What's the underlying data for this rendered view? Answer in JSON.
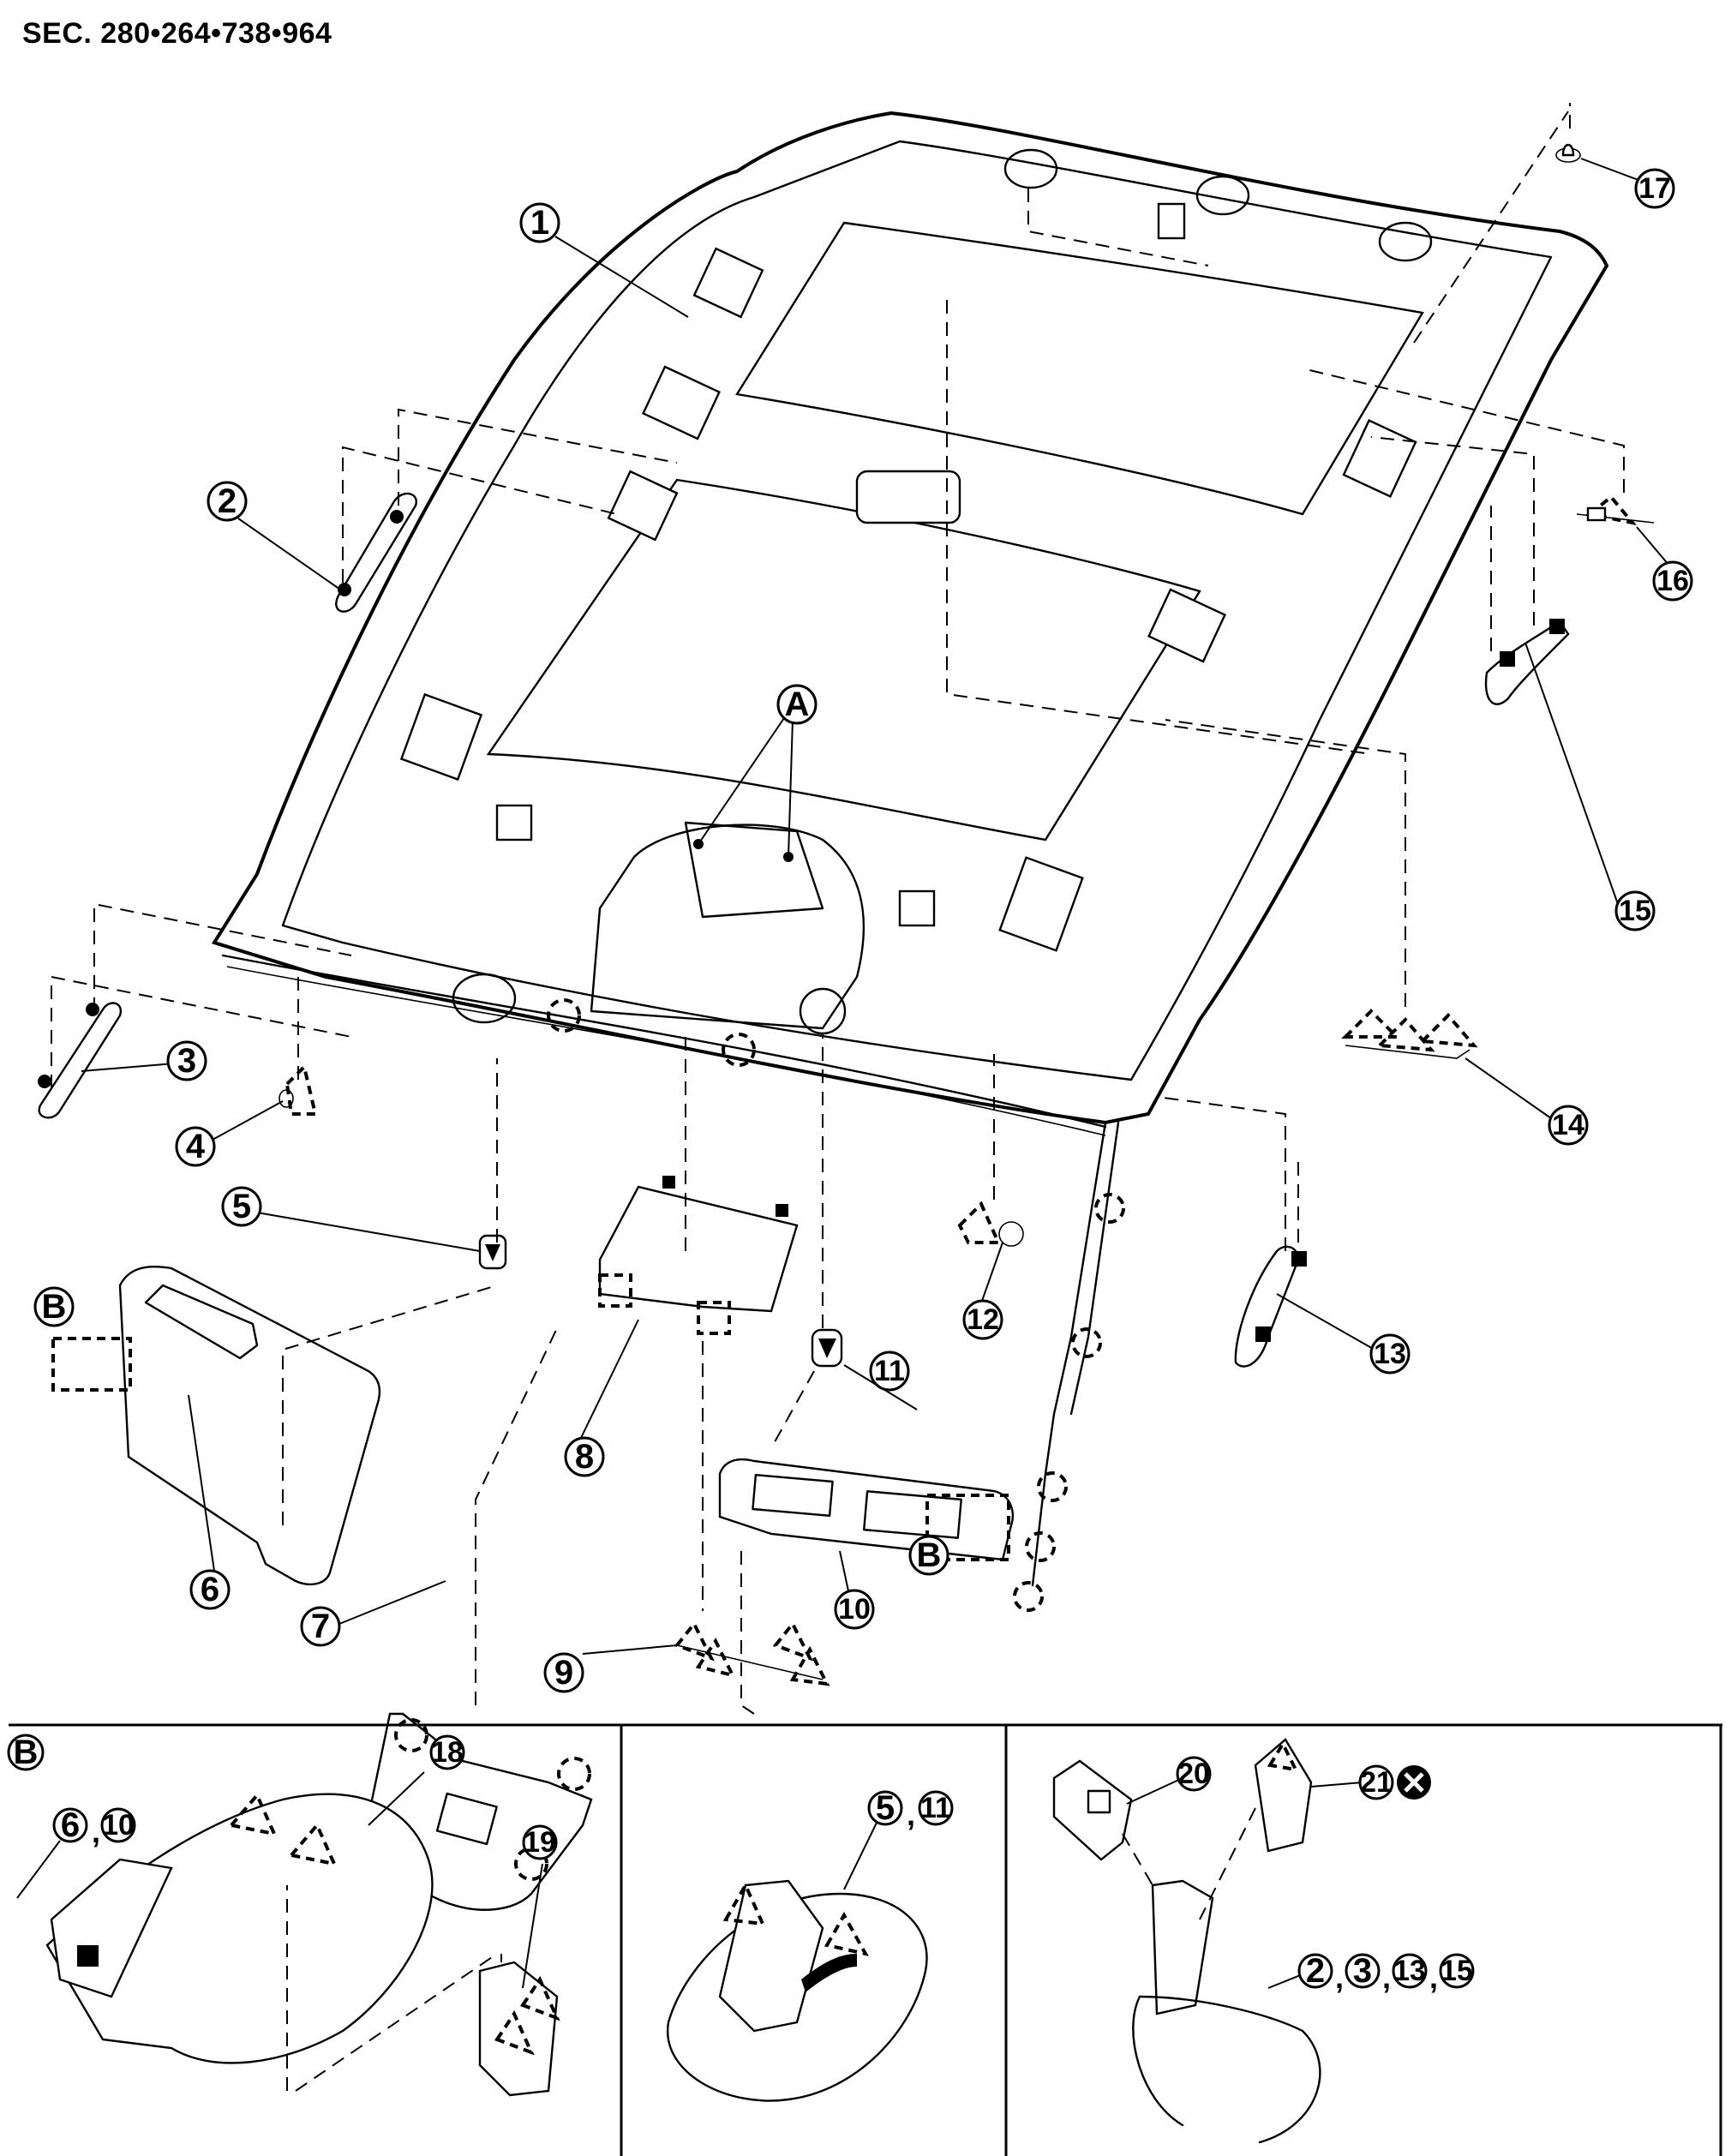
{
  "section_title": "SEC. 280•264•738•964",
  "main_view": {
    "callouts": [
      {
        "id": "1",
        "label": "1"
      },
      {
        "id": "2",
        "label": "2"
      },
      {
        "id": "3",
        "label": "3"
      },
      {
        "id": "4",
        "label": "4"
      },
      {
        "id": "5",
        "label": "5"
      },
      {
        "id": "6",
        "label": "6"
      },
      {
        "id": "7",
        "label": "7"
      },
      {
        "id": "8",
        "label": "8"
      },
      {
        "id": "9",
        "label": "9"
      },
      {
        "id": "10",
        "label": "10"
      },
      {
        "id": "11",
        "label": "11"
      },
      {
        "id": "12",
        "label": "12"
      },
      {
        "id": "13",
        "label": "13"
      },
      {
        "id": "14",
        "label": "14"
      },
      {
        "id": "15",
        "label": "15"
      },
      {
        "id": "16",
        "label": "16"
      },
      {
        "id": "17",
        "label": "17"
      },
      {
        "id": "A",
        "label": "A"
      },
      {
        "id": "B_left",
        "label": "B"
      },
      {
        "id": "B_right",
        "label": "B"
      }
    ]
  },
  "detail_panels": [
    {
      "id": "detail-b",
      "title": "B",
      "callouts": [
        "6",
        "10",
        "18",
        "19"
      ],
      "separator": ","
    },
    {
      "id": "detail-clip",
      "callouts": [
        "5",
        "11"
      ],
      "separator": ","
    },
    {
      "id": "detail-assist-grip",
      "callouts": [
        "20",
        "21",
        "2",
        "3",
        "13",
        "15"
      ],
      "separator": ",",
      "no_reuse_symbol": "x-circle-icon"
    }
  ]
}
